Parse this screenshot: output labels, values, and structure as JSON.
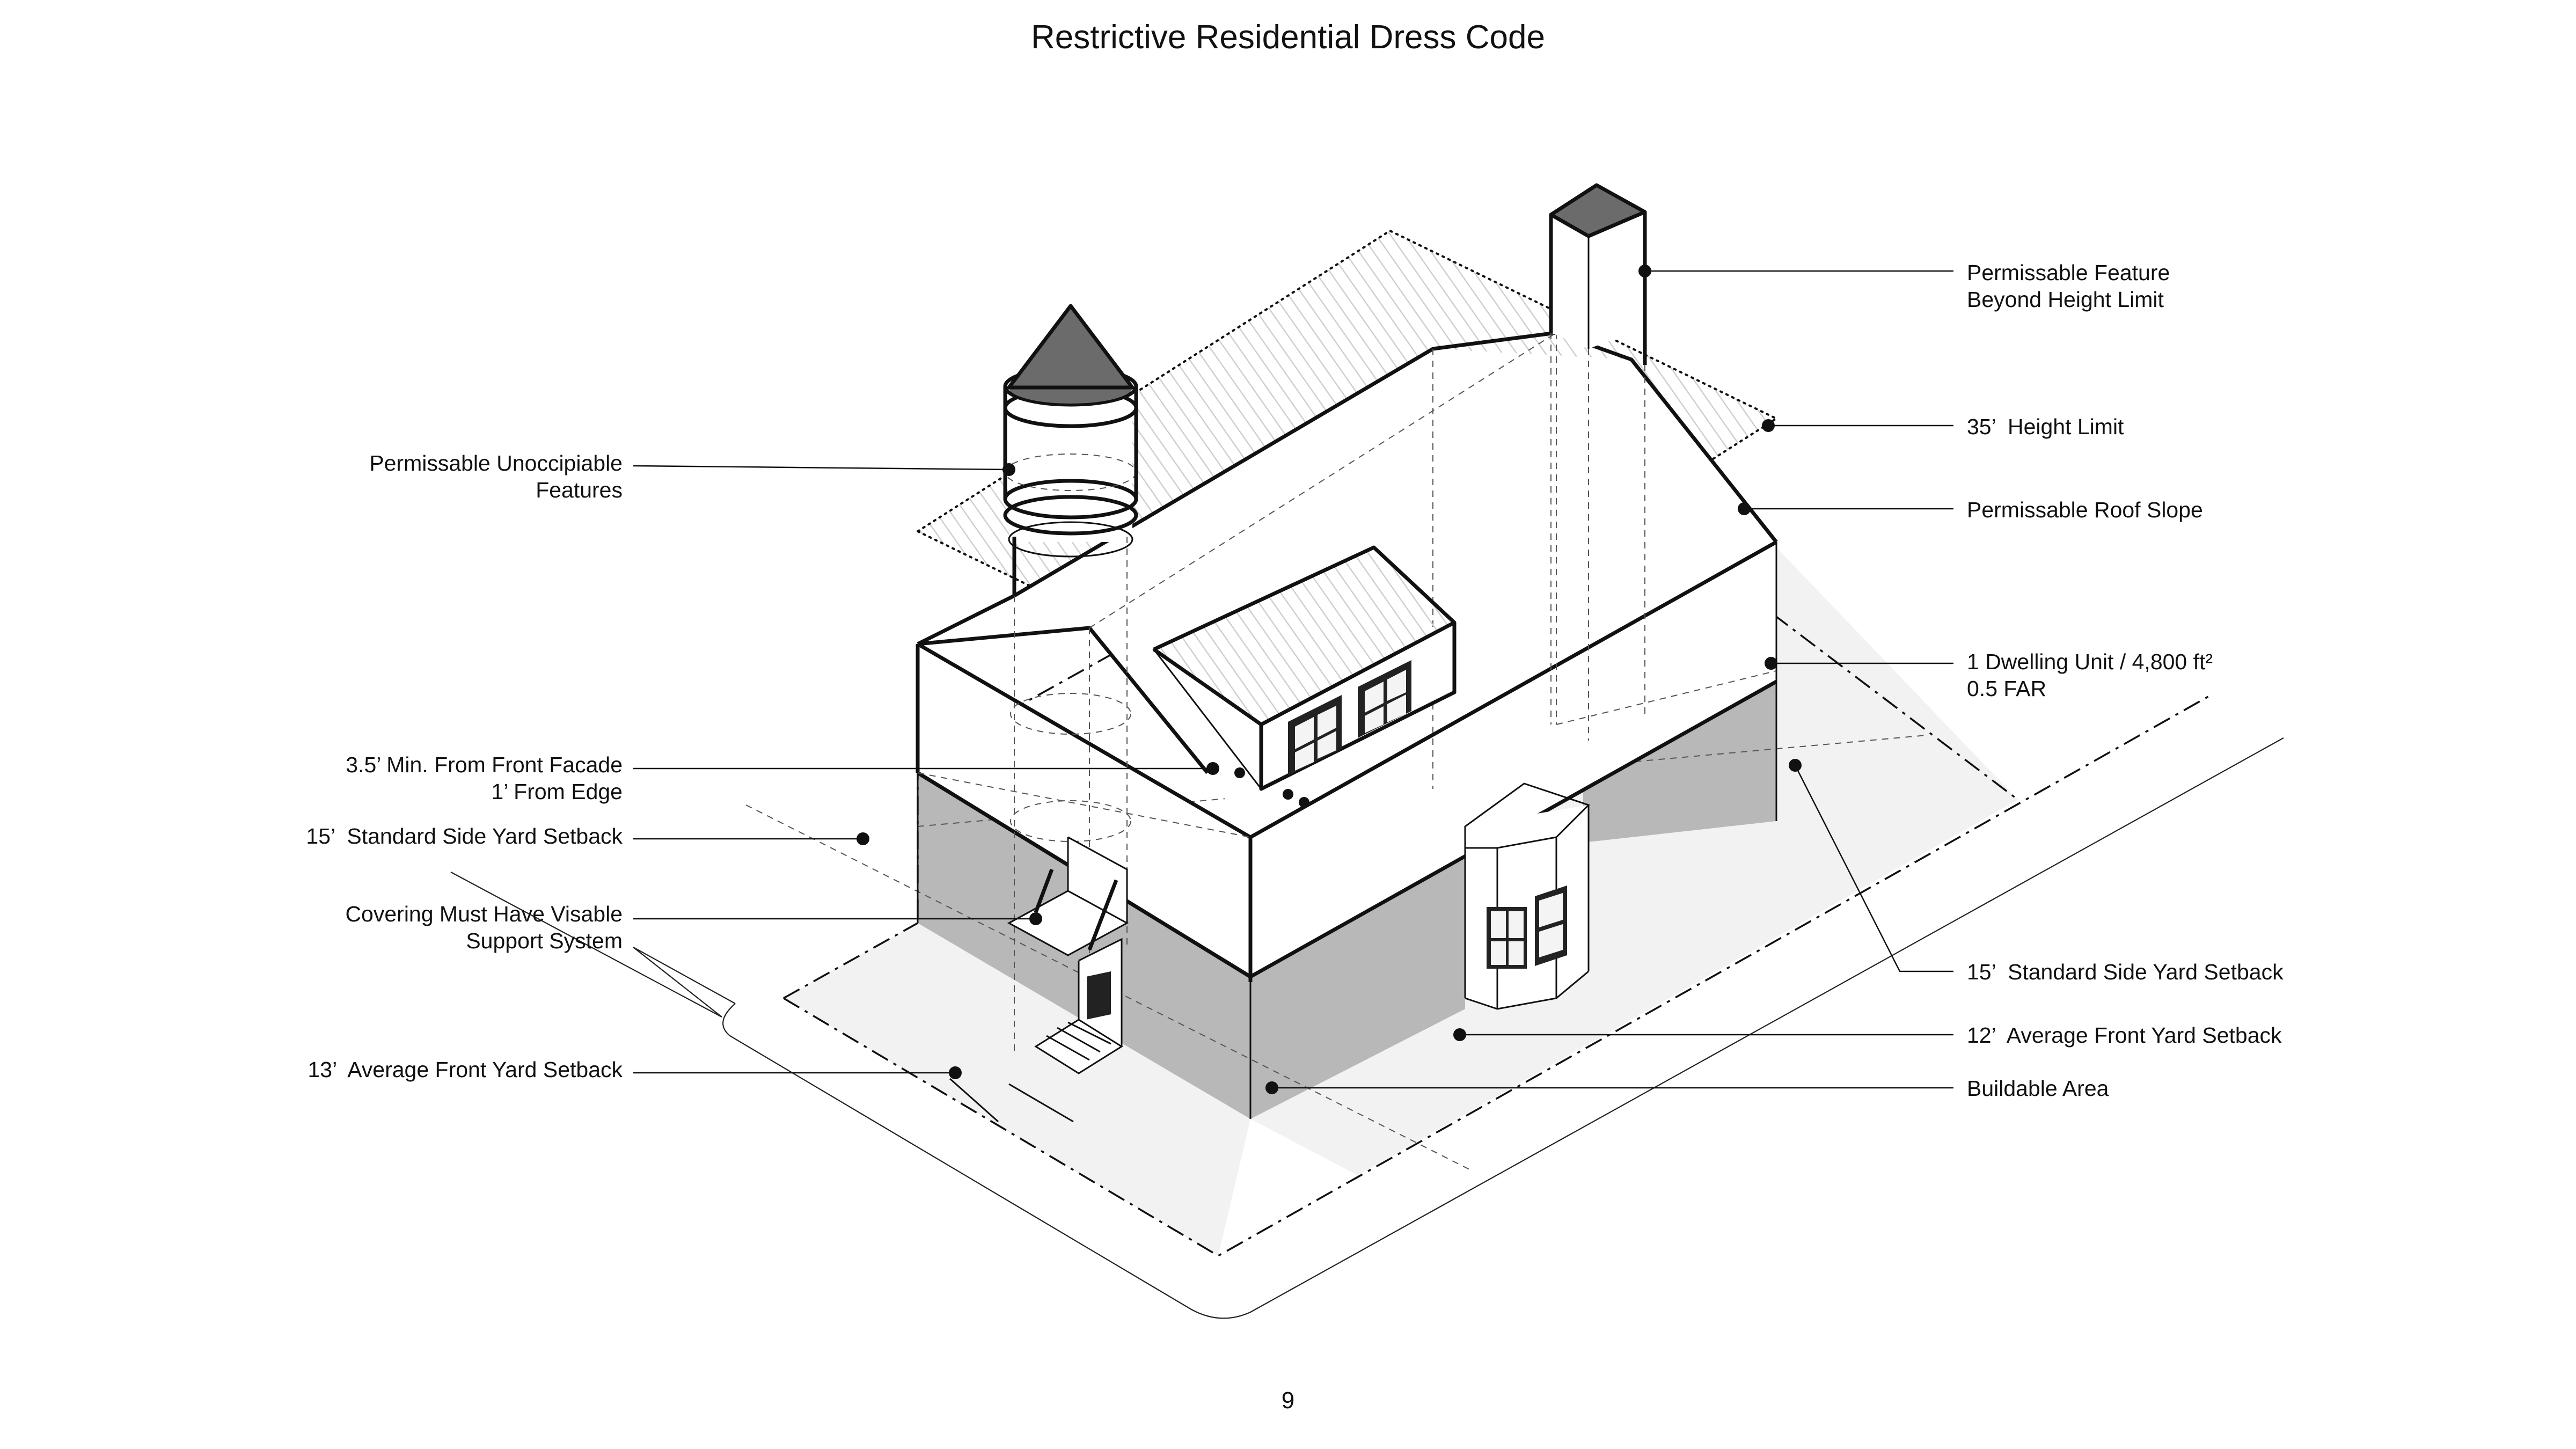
{
  "title": "Restrictive Residential Dress Code",
  "page_number": "9",
  "labels_left": {
    "unoccupiable_features": "Permissable Unoccipiable\nFeatures",
    "front_facade": "3.5’ Min. From Front Facade\n1’ From Edge",
    "side_yard_left": "15’  Standard Side Yard Setback",
    "covering": "Covering Must Have Visable\nSupport System",
    "front_yard_left": "13’  Average Front Yard Setback"
  },
  "labels_right": {
    "feature_beyond_height": "Permissable Feature\nBeyond Height Limit",
    "height_limit": "35’  Height Limit",
    "roof_slope": "Permissable Roof Slope",
    "dwelling_unit": "1 Dwelling Unit / 4,800 ft²\n0.5 FAR",
    "side_yard_right": "15’  Standard Side Yard Setback",
    "front_yard_right": "12’  Average Front Yard Setback",
    "buildable_area": "Buildable Area"
  },
  "colors": {
    "line": "#111111",
    "buildable_fill": "#b8b8b8",
    "setback_fill": "#f1f2f1",
    "roof_cap": "#6b6b6b"
  }
}
